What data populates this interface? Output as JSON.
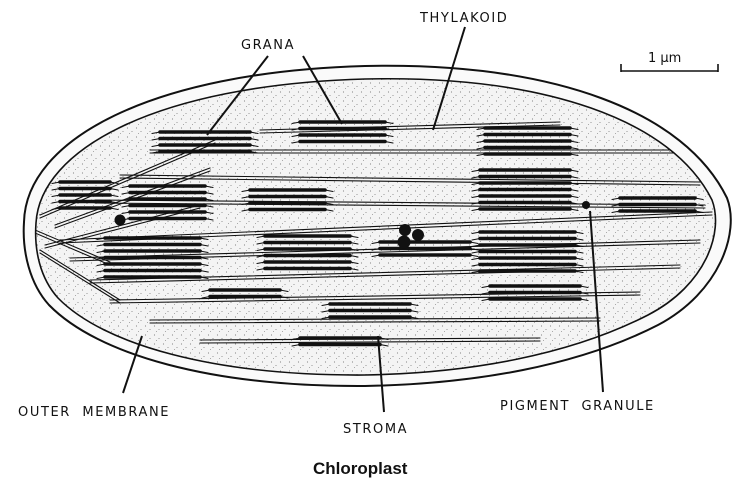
{
  "labels": {
    "grana": "GRANA",
    "thylakoid": "THYLAKOID",
    "outer_membrane": "OUTER  MEMBRANE",
    "stroma": "STROMA",
    "pigment_granule": "PIGMENT  GRANULE"
  },
  "scale_bar": {
    "label": "1 μm"
  },
  "caption": "Chloroplast",
  "colors": {
    "ink": "#111111",
    "stroma_fill": "#f2f2f2"
  }
}
